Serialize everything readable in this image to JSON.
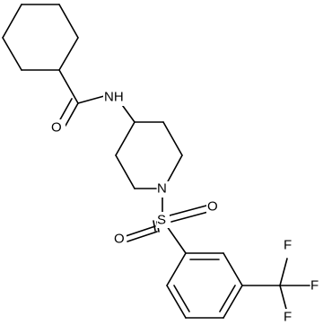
{
  "atoms": {
    "carbonyl_oxygen": "O",
    "amide_nh": "NH",
    "piperidine_nitrogen": "N",
    "sulfur": "S",
    "sulfonyl_oxygen_right": "O",
    "sulfonyl_oxygen_left": "O",
    "fluorine_top": "F",
    "fluorine_right": "F",
    "fluorine_bottom": "F"
  }
}
